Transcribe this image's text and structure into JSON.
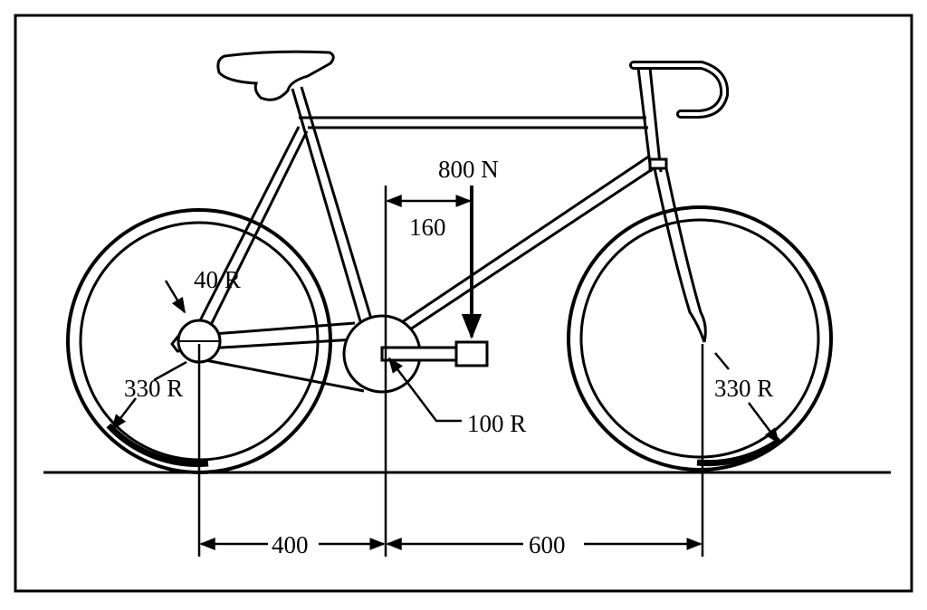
{
  "labels": {
    "force": "800 N",
    "pedal_offset": "160",
    "rear_sprocket_radius": "40 R",
    "rear_wheel_radius": "330 R",
    "chainring_radius": "100 R",
    "front_wheel_radius": "330 R",
    "rear_to_crank": "400",
    "crank_to_front": "600"
  }
}
